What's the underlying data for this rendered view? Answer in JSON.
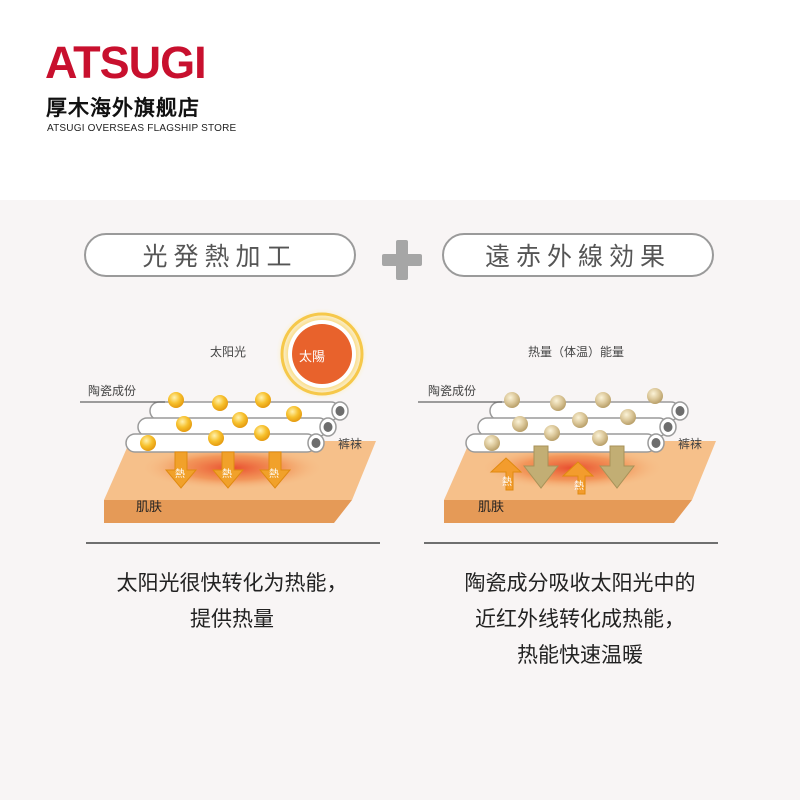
{
  "header": {
    "brand": "ATSUGI",
    "brand_cn": "厚木海外旗舰店",
    "brand_en": "ATSUGI OVERSEAS FLAGSHIP STORE"
  },
  "panels": {
    "left": {
      "title": "光発熱加工",
      "sun_label": "太阳光",
      "sun_badge": "太陽",
      "ceramic_label": "陶瓷成份",
      "stocking_label": "裤袜",
      "heat_glyph": "熱",
      "skin_label": "肌肤",
      "caption": [
        "太阳光很快转化为热能，",
        "提供热量"
      ]
    },
    "right": {
      "title": "遠赤外線効果",
      "energy_label": "热量（体温）能量",
      "ceramic_label": "陶瓷成份",
      "stocking_label": "裤袜",
      "heat_glyph": "熱",
      "skin_label": "肌肤",
      "caption": [
        "陶瓷成分吸收太阳光中的",
        "近红外线转化成热能，",
        "热能快速温暖"
      ]
    }
  },
  "colors": {
    "brand_red": "#c8102e",
    "skin": "#f6c08a",
    "heat_glow": "#e8472b",
    "sun_orange": "#e8622c",
    "down_arrow_gold": "#f1a12a",
    "down_arrow_olive": "#c2ae74",
    "up_arrow_orange": "#f39c2d",
    "dot_gold": "#f7c12d",
    "dot_beige": "#dcc89a"
  },
  "icons": [
    "sun-icon",
    "plus-icon",
    "heat-arrow-down-icon",
    "heat-arrow-up-icon"
  ]
}
